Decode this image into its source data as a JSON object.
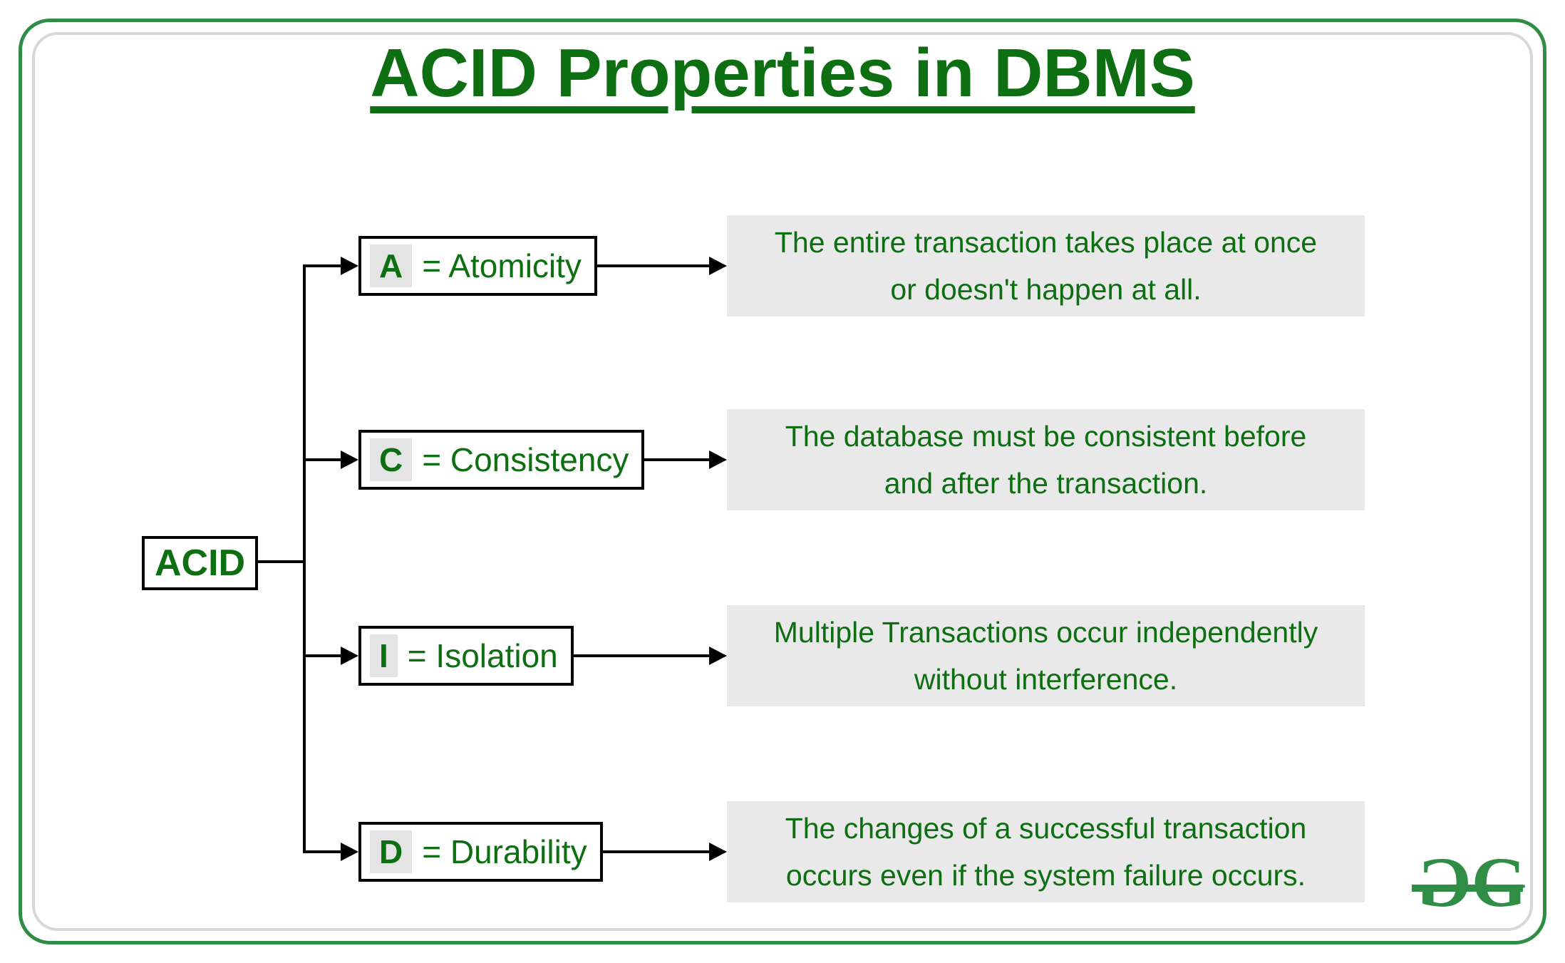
{
  "page": {
    "title": "ACID Properties in DBMS"
  },
  "diagram": {
    "root_label": "ACID",
    "nodes": [
      {
        "letter": "A",
        "label_rest": "= Atomicity",
        "desc_line1": "The entire transaction takes place at once",
        "desc_line2": "or doesn't happen at all."
      },
      {
        "letter": "C",
        "label_rest": "= Consistency",
        "desc_line1": "The database must be consistent before",
        "desc_line2": "and after the transaction."
      },
      {
        "letter": "I",
        "label_rest": "= Isolation",
        "desc_line1": "Multiple Transactions occur independently",
        "desc_line2": "without interference."
      },
      {
        "letter": "D",
        "label_rest": "= Durability",
        "desc_line1": "The changes of a successful transaction",
        "desc_line2": "occurs even if the system failure occurs."
      }
    ]
  },
  "logo": {
    "letter1": "G",
    "letter2": "G"
  },
  "colors": {
    "text-green": "#0d6f12",
    "brand-green": "#2f8d46",
    "desc-bg": "#e9e9e9",
    "letter-bg": "#e4e4e4",
    "border-gray": "#d8d8d8",
    "line-black": "#000000"
  }
}
